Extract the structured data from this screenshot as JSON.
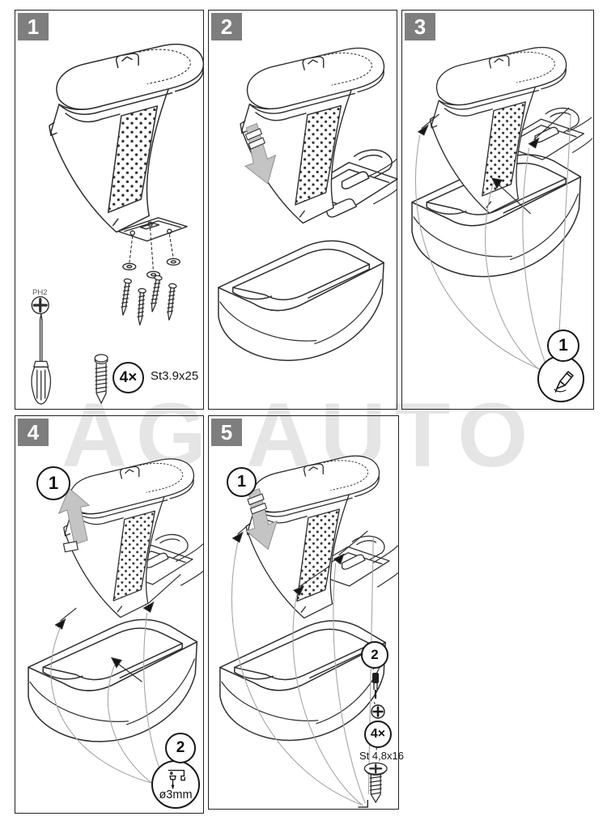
{
  "watermark": {
    "text": "AG AUTO"
  },
  "colors": {
    "line_art": "#2f2f2f",
    "panel_border": "#222222",
    "badge_background": "#7e7e7e",
    "badge_text": "#ffffff",
    "arrow_fill": "#c4c4c4",
    "guide_line": "#a5a5a5",
    "watermark": "#e5e5e5"
  },
  "panels": {
    "p1": {
      "number": "1",
      "driver_type": "PH2",
      "screw_count": "4×",
      "screw_spec": "St3.9x25"
    },
    "p2": {
      "number": "2"
    },
    "p3": {
      "number": "3",
      "step1": "1",
      "step1_icon": "marker-pen-icon"
    },
    "p4": {
      "number": "4",
      "step1": "1",
      "step2": "2",
      "step2_icon": "drill-icon",
      "drill_diameter": "ø3mm"
    },
    "p5": {
      "number": "5",
      "step1": "1",
      "step2": "2",
      "step2_icon": "screwdriver-bit-icon",
      "screw_count": "4×",
      "screw_spec": "St 4,8x16"
    }
  }
}
